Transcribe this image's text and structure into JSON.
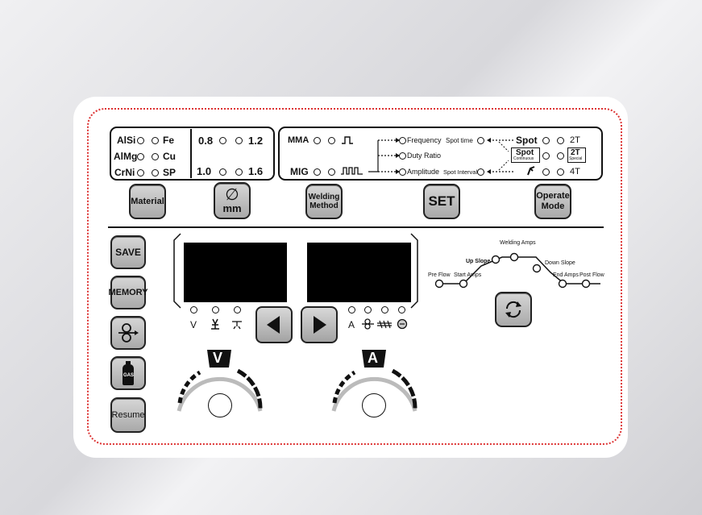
{
  "material_panel": {
    "materials": [
      "AlSi",
      "Fe",
      "AlMg",
      "Cu",
      "CrNi",
      "SP"
    ],
    "diameters": [
      "0.8",
      "1.2",
      "1.0",
      "1.6"
    ],
    "material_button": "Material",
    "diameter_button_unit": "mm"
  },
  "method_panel": {
    "mma": "MMA",
    "mig": "MIG",
    "params": [
      "Frequency",
      "Duty Ratio",
      "Amplitude"
    ],
    "spot_time": "Spot time",
    "spot_interval": "Spot Interval",
    "spot": "Spot",
    "spot_continuous": "Spot",
    "continuous": "Continuous",
    "modes": [
      "2T",
      "2T",
      "4T"
    ],
    "special": "Special",
    "welding_method_button": "Welding Method",
    "set_button": "SET",
    "operate_mode_button": "Operate Mode"
  },
  "side_buttons": [
    "SAVE",
    "MEMORY",
    "GAS",
    "Resume"
  ],
  "display": {
    "left_leds": [
      "V"
    ],
    "right_leds": [
      "A"
    ],
    "knob_left": "V",
    "knob_right": "A"
  },
  "sequence": {
    "pre_flow": "Pre Flow",
    "start_amps": "Start Amps",
    "up_slope": "Up Slope",
    "welding_amps": "Welding Amps",
    "down_slope": "Down Slope",
    "end_amps": "End Amps",
    "post_flow": "Post Flow"
  },
  "colors": {
    "frame_dots": "#dd3333",
    "button": "#b8b8b8",
    "display": "#000000"
  }
}
